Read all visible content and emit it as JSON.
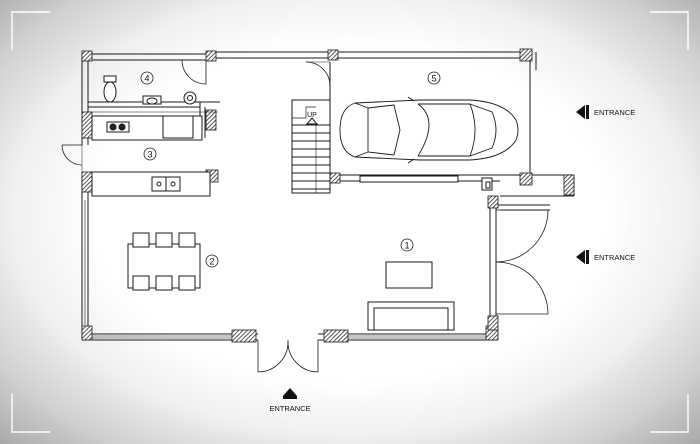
{
  "room_numbers": [
    "1",
    "2",
    "3",
    "4",
    "5"
  ],
  "stair_label": "UP",
  "entrances": {
    "east_upper": "ENTRANCE",
    "east_lower": "ENTRANCE",
    "south": "ENTRANCE"
  },
  "colors": {
    "line": "#1a1a1a",
    "wall_hatch": "#2a2a2a",
    "background": "#ffffff"
  }
}
